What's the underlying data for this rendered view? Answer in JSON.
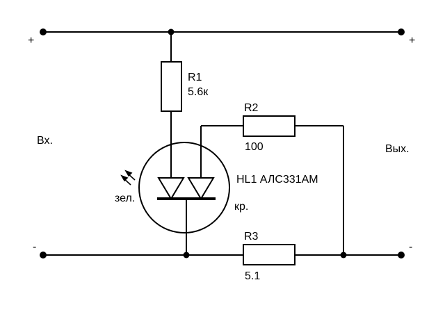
{
  "input": {
    "label": "Вх.",
    "plus": "+",
    "minus": "-"
  },
  "output": {
    "label": "Вых.",
    "plus": "+",
    "minus": "-"
  },
  "r1": {
    "ref": "R1",
    "value": "5.6к"
  },
  "r2": {
    "ref": "R2",
    "value": "100"
  },
  "r3": {
    "ref": "R3",
    "value": "5.1"
  },
  "hl1": {
    "ref": "HL1 АЛС331АМ",
    "green": "зел.",
    "red": "кр."
  }
}
